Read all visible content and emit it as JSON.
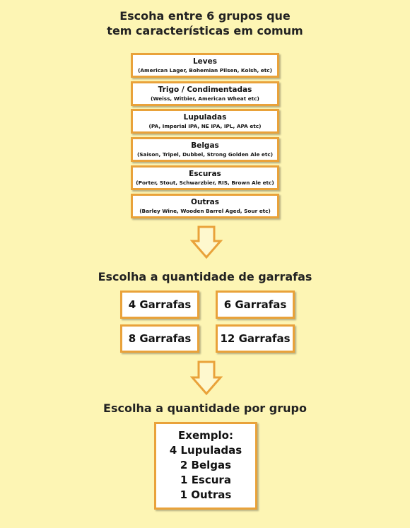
{
  "headings": {
    "groups_line1": "Escoha entre 6 grupos que",
    "groups_line2": "tem características em comum",
    "bottles": "Escolha a quantidade de garrafas",
    "per_group": "Escolha a quantidade por grupo"
  },
  "groups": [
    {
      "name": "Leves",
      "desc": "(American Lager, Bohemian Pilsen, Kolsh,  etc)"
    },
    {
      "name": "Trigo / Condimentadas",
      "desc": "(Weiss, Witbier, American Wheat etc)"
    },
    {
      "name": "Lupuladas",
      "desc": "(PA, Imperial IPA, NE IPA, IPL, APA etc)"
    },
    {
      "name": "Belgas",
      "desc": "(Saison, Tripel, Dubbel, Strong Golden Ale etc)"
    },
    {
      "name": "Escuras",
      "desc": "(Porter, Stout, Schwarzbier, RIS, Brown Ale etc)"
    },
    {
      "name": "Outras",
      "desc": "(Barley Wine, Wooden Barrel Aged, Sour etc)"
    }
  ],
  "quantities": [
    "4 Garrafas",
    "6 Garrafas",
    "8 Garrafas",
    "12 Garrafas"
  ],
  "example": {
    "title": "Exemplo:",
    "lines": [
      "4 Lupuladas",
      "2 Belgas",
      "1 Escura",
      "1 Outras"
    ]
  },
  "colors": {
    "background": "#fdf5b4",
    "border": "#e9a23a",
    "arrow_fill": "#fef8ce"
  }
}
